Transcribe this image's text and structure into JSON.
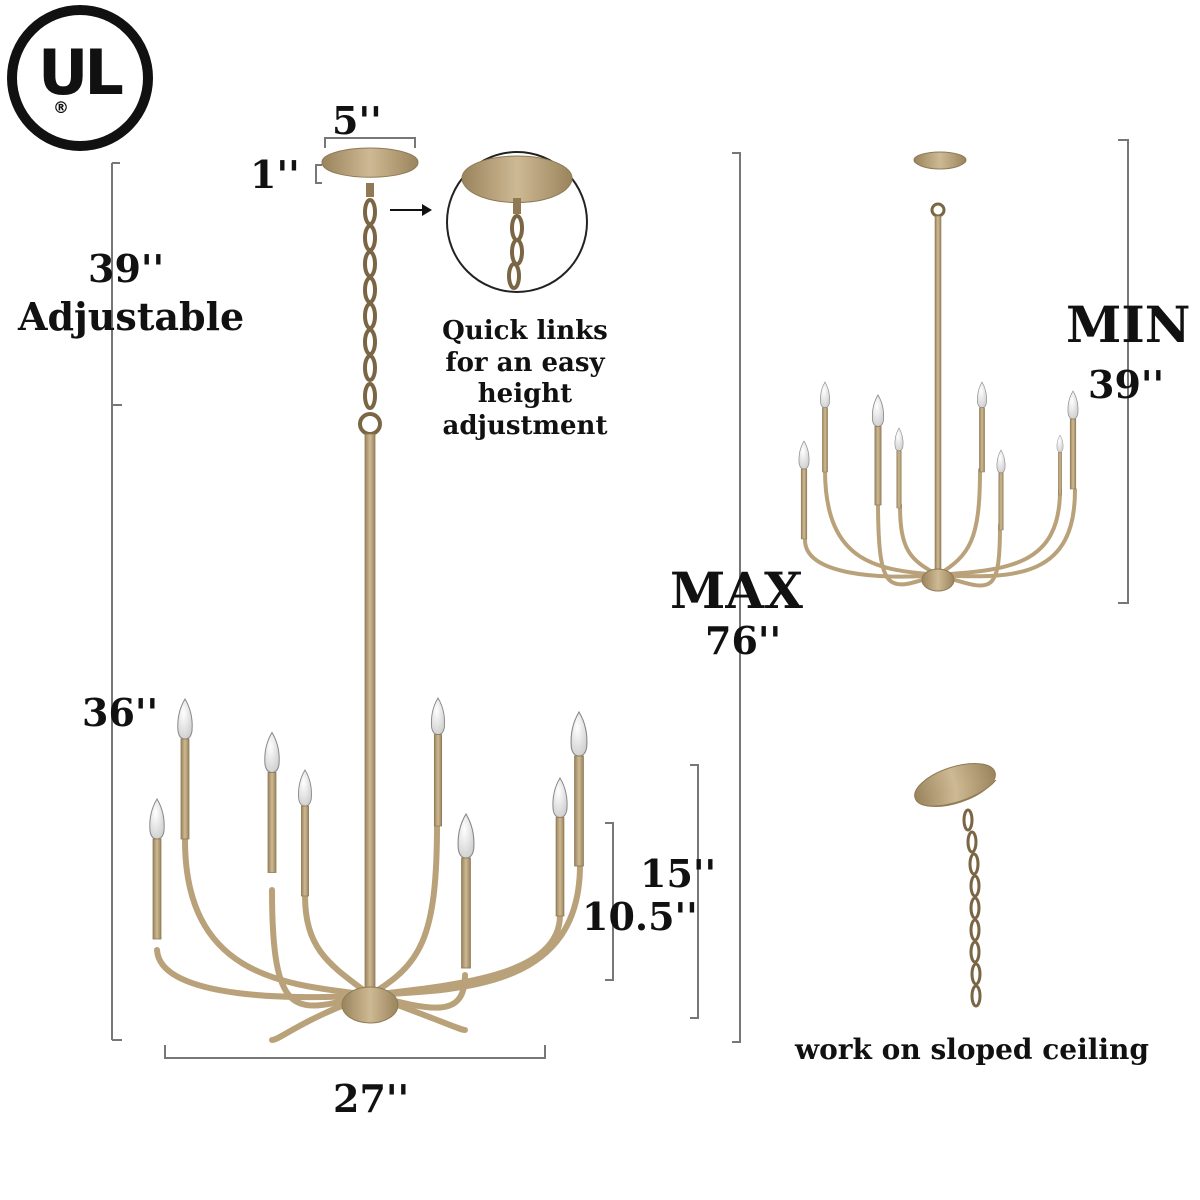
{
  "logo": {
    "text": "UL",
    "registered": "®",
    "ring_color": "#111111"
  },
  "dimensions": {
    "canopy_width": "5''",
    "canopy_height": "1''",
    "chain_length": "39''",
    "chain_note": "Adjustable",
    "overall_height_fixture": "36''",
    "arm_height_outer": "15''",
    "arm_height_inner": "10.5''",
    "width": "27''",
    "max_label": "MAX",
    "max_value": "76''",
    "min_label": "MIN",
    "min_value": "39''"
  },
  "notes": {
    "quick_links_lines": [
      "Quick links",
      "for an easy",
      "height",
      "adjustment"
    ],
    "sloped": "work on sloped ceiling"
  },
  "colors": {
    "metal": "#b9a27a",
    "metal_dark": "#8f7a55",
    "text": "#111111",
    "line": "#555555"
  },
  "icons": [
    "ul-logo-icon",
    "arrow-right-icon",
    "zoom-circle-icon"
  ]
}
